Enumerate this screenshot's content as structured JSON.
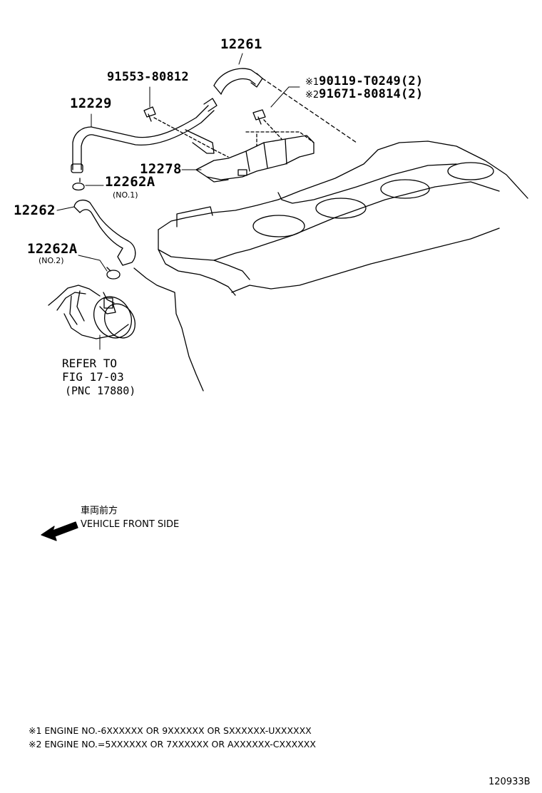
{
  "parts": {
    "p12261": "12261",
    "p91553": "91553-80812",
    "p12229": "12229",
    "p90119_mark": "※1",
    "p90119": "90119-T0249(2)",
    "p91671_mark": "※2",
    "p91671": "91671-80814(2)",
    "p12278": "12278",
    "p12262A_1": "12262A",
    "p12262A_1_sub": "(NO.1)",
    "p12262": "12262",
    "p12262A_2": "12262A",
    "p12262A_2_sub": "(NO.2)"
  },
  "reference": {
    "line1": "REFER TO",
    "line2": "FIG 17-03",
    "line3": "(PNC 17880)"
  },
  "direction": {
    "jp": "車両前方",
    "en": "VEHICLE FRONT SIDE"
  },
  "notes": [
    "※1 ENGINE NO.-6XXXXXX OR 9XXXXXX OR SXXXXXX-UXXXXXX",
    "※2 ENGINE NO.=5XXXXXX OR 7XXXXXX OR AXXXXXX-CXXXXXX"
  ],
  "diagram_code": "120933B"
}
